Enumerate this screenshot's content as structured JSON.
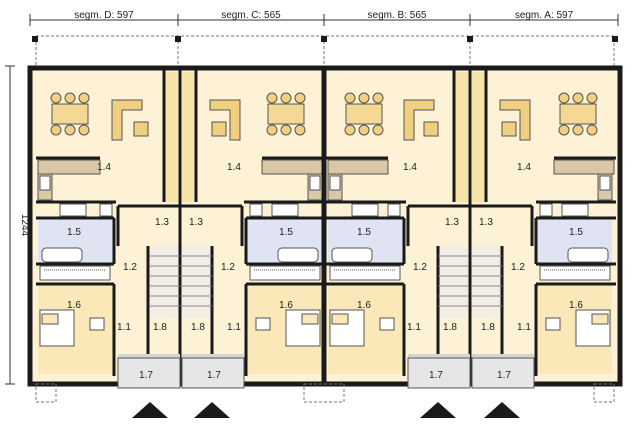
{
  "segments": [
    {
      "label": "segm. D: 597"
    },
    {
      "label": "segm. C: 565"
    },
    {
      "label": "segm. B: 565"
    },
    {
      "label": "segm. A: 597"
    }
  ],
  "overall_dimension": "1244",
  "room_labels": {
    "kitchen_living": "1.4",
    "bath": "1.5",
    "hall": "1.2",
    "wc": "1.3",
    "bedroom": "1.6",
    "entry": "1.1",
    "storage": "1.8",
    "porch": "1.7"
  },
  "colors": {
    "wall": "#1a1a1a",
    "floor_warm": "#fdf1d6",
    "floor_bedroom": "#fbe8b8",
    "floor_bath": "#dfe3f2",
    "stair": "#f2eee6",
    "corridor": "#f7e3a8",
    "porch": "#e6e6e6"
  }
}
